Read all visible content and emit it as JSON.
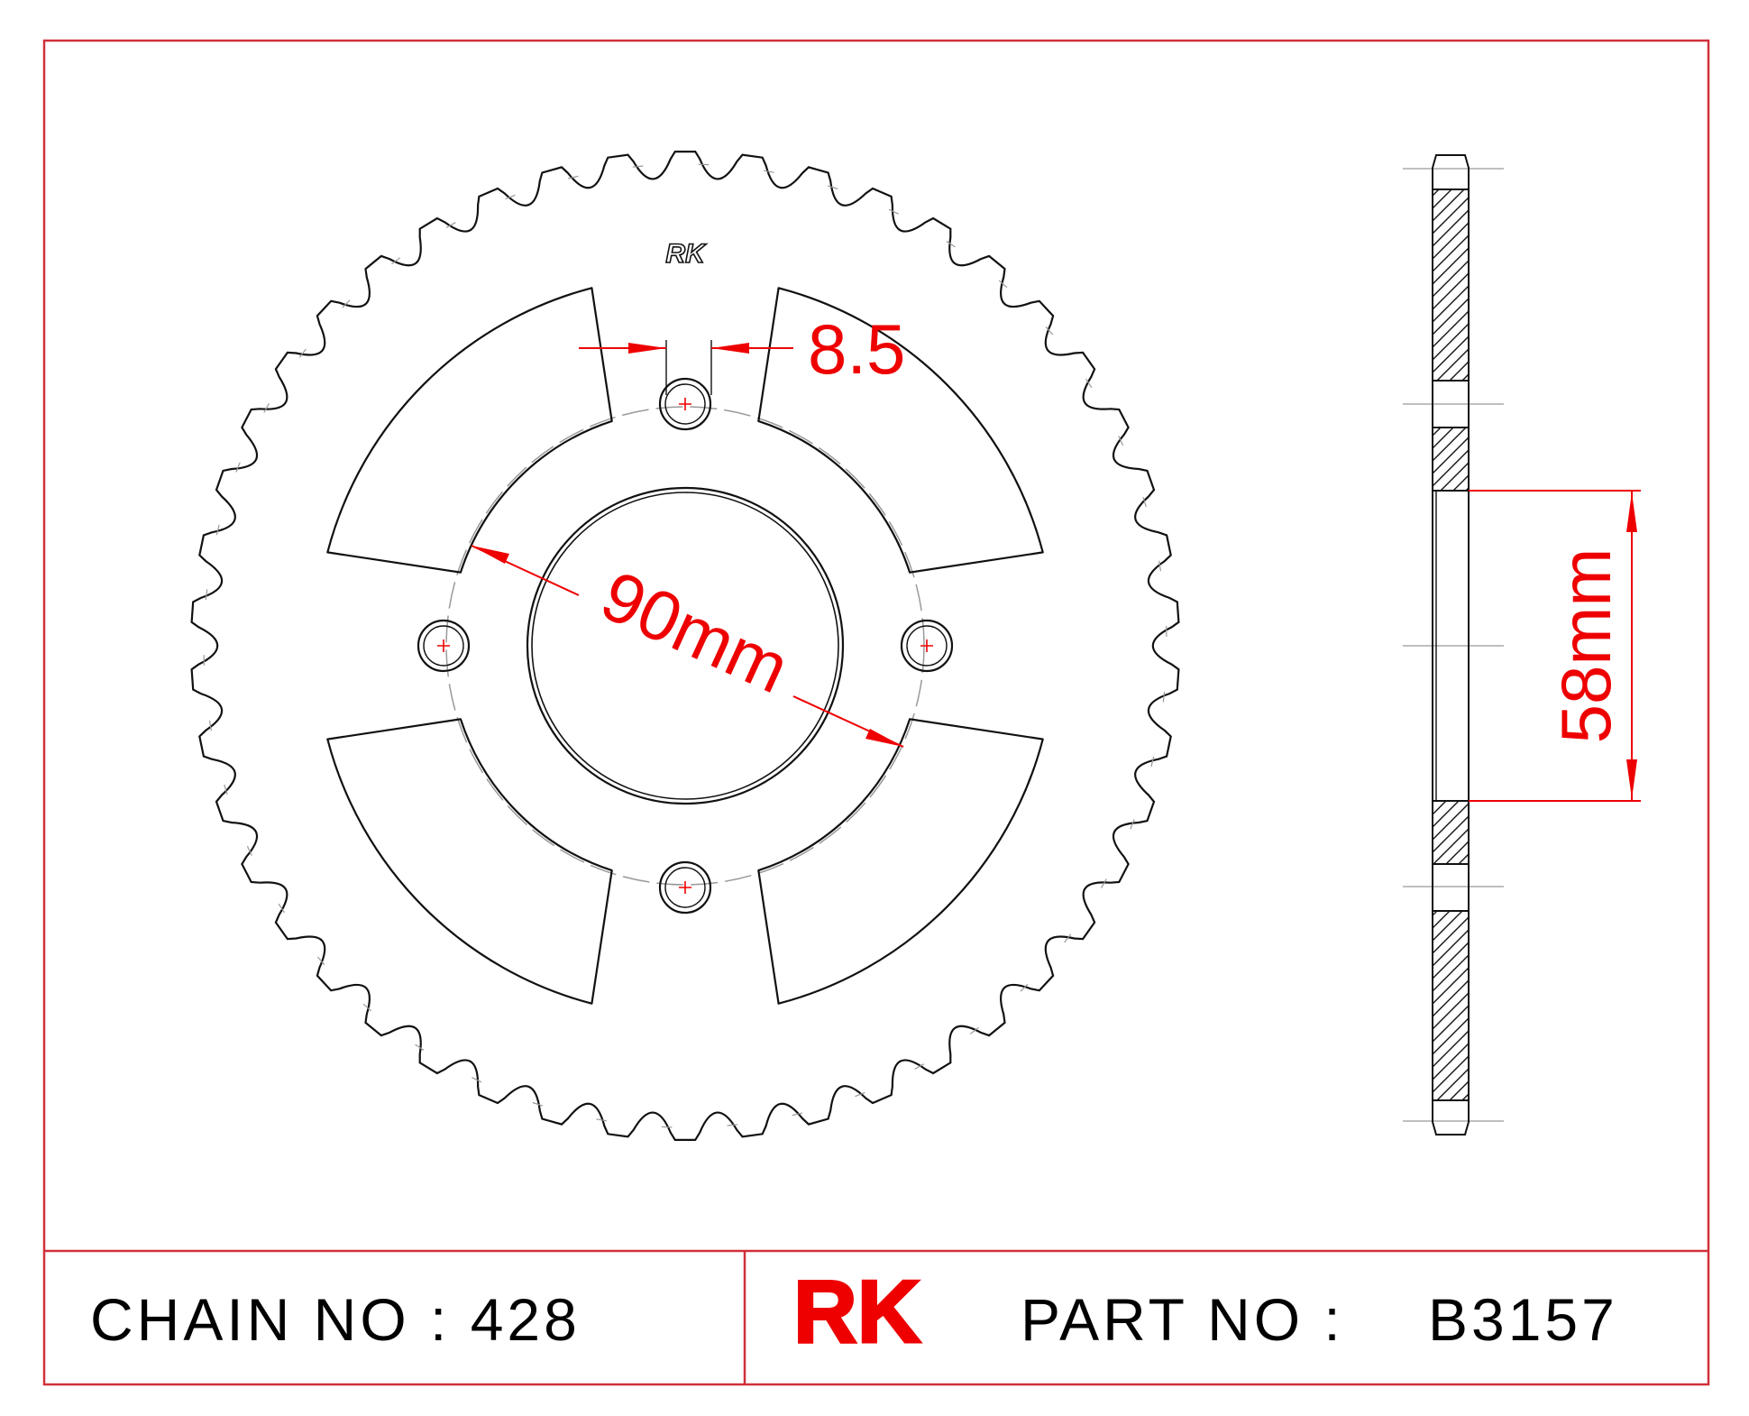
{
  "logo_small": "RK",
  "dimensions": {
    "hole_diameter": "8.5",
    "bolt_circle": "90mm",
    "center_bore": "58mm"
  },
  "title_block": {
    "chain_label": "CHAIN NO : 428",
    "brand": "RK",
    "part_label": "PART NO :",
    "part_number": "B3157"
  },
  "sprocket": {
    "teeth": 46,
    "bolt_holes": 4
  },
  "colors": {
    "frame": "#d0303a",
    "dimension": "#ee0000",
    "outline": "#111111",
    "construction": "#888888",
    "text": "#000000"
  }
}
